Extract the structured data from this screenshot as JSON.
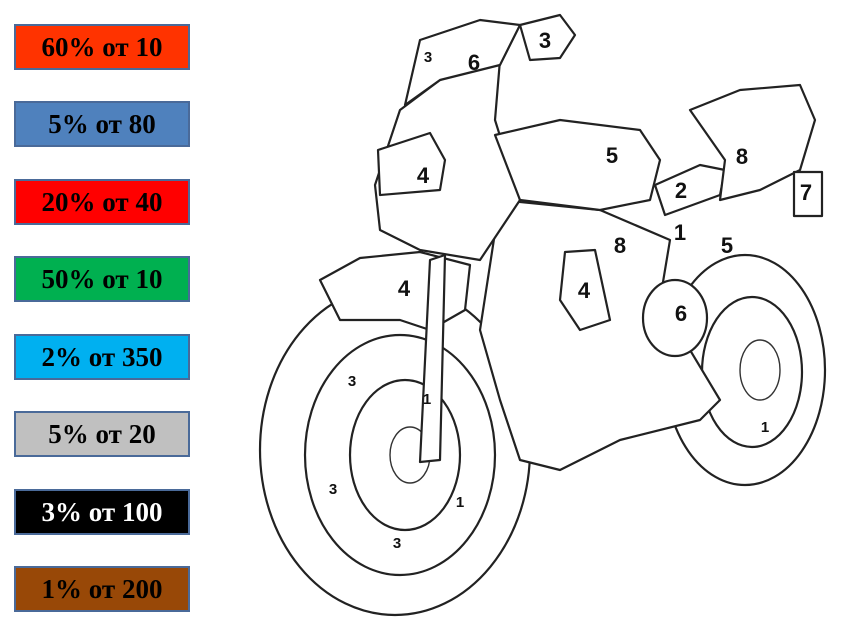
{
  "color_key": [
    {
      "label": "60% от 10",
      "color": "#ff3300",
      "text_color": "#000000"
    },
    {
      "label": "5% от 80",
      "color": "#4f81bd",
      "text_color": "#000000"
    },
    {
      "label": "20% от 40",
      "color": "#ff0000",
      "text_color": "#000000"
    },
    {
      "label": "50% от 10",
      "color": "#00b050",
      "text_color": "#000000"
    },
    {
      "label": "2% от 350",
      "color": "#00b0f0",
      "text_color": "#000000"
    },
    {
      "label": "5% от 20",
      "color": "#c0c0c0",
      "text_color": "#000000"
    },
    {
      "label": "3% от 100",
      "color": "#000000",
      "text_color": "#ffffff"
    },
    {
      "label": "1% от 200",
      "color": "#984807",
      "text_color": "#000000"
    }
  ],
  "region_numbers": [
    "3",
    "6",
    "3",
    "4",
    "5",
    "8",
    "2",
    "7",
    "1",
    "8",
    "5",
    "4",
    "4",
    "6",
    "3",
    "1",
    "1",
    "3",
    "1",
    "3"
  ]
}
